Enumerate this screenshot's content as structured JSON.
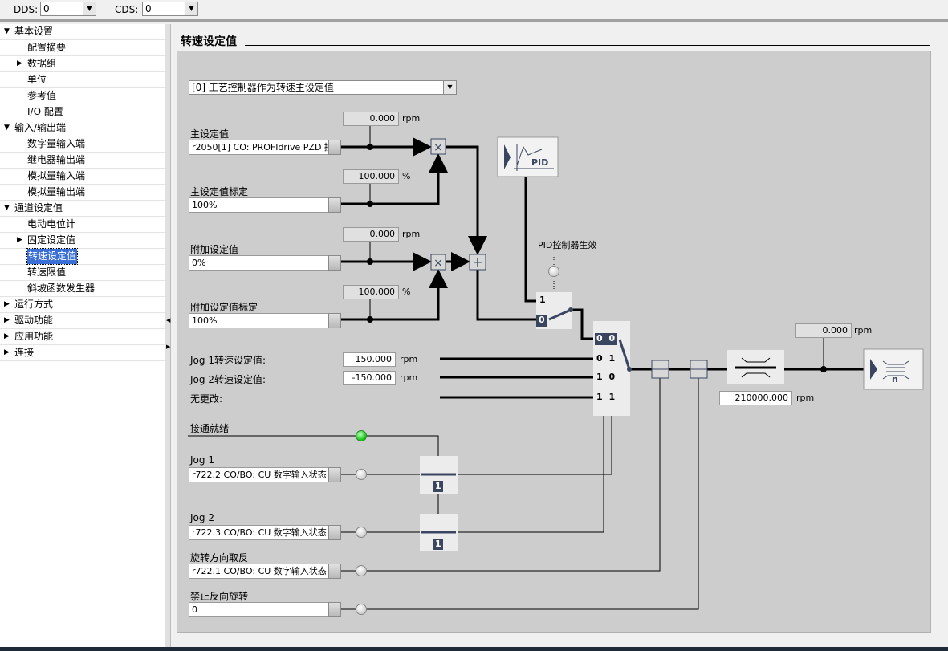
{
  "toolbar": {
    "dds_label": "DDS:",
    "dds_value": "0",
    "cds_label": "CDS:",
    "cds_value": "0"
  },
  "sidebar": {
    "items": [
      {
        "label": "基本设置",
        "level": 0,
        "state": "expanded"
      },
      {
        "label": "配置摘要",
        "level": 1
      },
      {
        "label": "数据组",
        "level": 1,
        "state": "collapsed"
      },
      {
        "label": "单位",
        "level": 1
      },
      {
        "label": "参考值",
        "level": 1
      },
      {
        "label": "I/O 配置",
        "level": 1
      },
      {
        "label": "输入/输出端",
        "level": 0,
        "state": "expanded"
      },
      {
        "label": "数字量输入端",
        "level": 1
      },
      {
        "label": "继电器输出端",
        "level": 1
      },
      {
        "label": "模拟量输入端",
        "level": 1
      },
      {
        "label": "模拟量输出端",
        "level": 1
      },
      {
        "label": "通道设定值",
        "level": 0,
        "state": "expanded"
      },
      {
        "label": "电动电位计",
        "level": 1
      },
      {
        "label": "固定设定值",
        "level": 1,
        "state": "collapsed"
      },
      {
        "label": "转速设定值",
        "level": 1,
        "selected": true
      },
      {
        "label": "转速限值",
        "level": 1
      },
      {
        "label": "斜坡函数发生器",
        "level": 1
      },
      {
        "label": "运行方式",
        "level": 0,
        "state": "collapsed"
      },
      {
        "label": "驱动功能",
        "level": 0,
        "state": "collapsed"
      },
      {
        "label": "应用功能",
        "level": 0,
        "state": "collapsed"
      },
      {
        "label": "连接",
        "level": 0,
        "state": "collapsed"
      }
    ]
  },
  "main": {
    "title": "转速设定值",
    "mode_select": "[0] 工艺控制器作为转速主设定值",
    "main_setpoint": {
      "label": "主设定值",
      "source": "r2050[1] CO: PROFIdrive PZD 接",
      "value": "0.000",
      "unit": "rpm"
    },
    "main_scaling": {
      "label": "主设定值标定",
      "source": "100%",
      "value": "100.000",
      "unit": "%"
    },
    "add_setpoint": {
      "label": "附加设定值",
      "source": "0%",
      "value": "0.000",
      "unit": "rpm"
    },
    "add_scaling": {
      "label": "附加设定值标定",
      "source": "100%",
      "value": "100.000",
      "unit": "%"
    },
    "pid_enable_label": "PID控制器生效",
    "pid_button_label": "PID",
    "switch_labels": {
      "one": "1",
      "zero": "0"
    },
    "selector_rows": [
      "0 0",
      "0 1",
      "1 0",
      "1 1"
    ],
    "jog1_speed": {
      "label": "Jog 1转速设定值:",
      "value": "150.000",
      "unit": "rpm"
    },
    "jog2_speed": {
      "label": "Jog 2转速设定值:",
      "value": "-150.000",
      "unit": "rpm"
    },
    "no_change_label": "无更改:",
    "ready_label": "接通就绪",
    "jog1": {
      "label": "Jog 1",
      "source": "r722.2 CO/BO: CU 数字输入状态"
    },
    "jog2": {
      "label": "Jog 2",
      "source": "r722.3 CO/BO: CU 数字输入状态"
    },
    "reverse": {
      "label": "旋转方向取反",
      "source": "r722.1 CO/BO: CU 数字输入状态"
    },
    "inhibit_neg": {
      "label": "禁止反向旋转",
      "source": "0"
    },
    "jog_gate_label": "1",
    "output_value": {
      "value": "0.000",
      "unit": "rpm"
    },
    "max_speed": {
      "value": "210000.000",
      "unit": "rpm"
    },
    "output_button_label": "n",
    "colors": {
      "ready_lamp": "#22cc22",
      "block": "#3a4660",
      "panel": "#cdcdcd"
    }
  }
}
